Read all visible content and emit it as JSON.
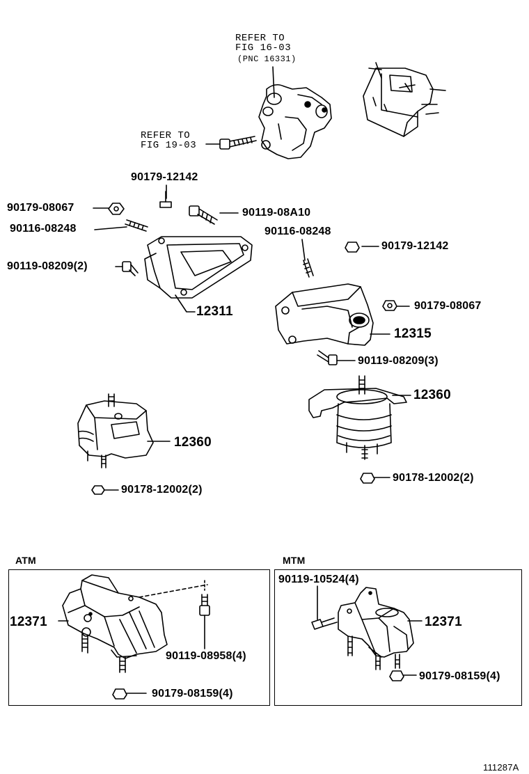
{
  "references": {
    "fig_16_03": [
      "REFER TO",
      "FIG 16-03",
      "(PNC 16331)"
    ],
    "fig_19_03": [
      "REFER TO",
      "FIG 19-03"
    ]
  },
  "labels": {
    "p90179_12142_a": "90179-12142",
    "p90179_08067_a": "90179-08067",
    "p90119_08A10": "90119-08A10",
    "p90116_08248_a": "90116-08248",
    "p90116_08248_b": "90116-08248",
    "p90179_12142_b": "90179-12142",
    "p90119_08209_2": "90119-08209(2)",
    "p12311": "12311",
    "p90179_08067_b": "90179-08067",
    "p12315": "12315",
    "p90119_08209_3": "90119-08209(3)",
    "p12360_right": "12360",
    "p12360_left": "12360",
    "p90178_12002_left": "90178-12002(2)",
    "p90178_12002_right": "90178-12002(2)"
  },
  "sections": {
    "atm": {
      "title": "ATM",
      "part": "12371",
      "bolt": "90119-08958(4)",
      "nut": "90179-08159(4)"
    },
    "mtm": {
      "title": "MTM",
      "bolt": "90119-10524(4)",
      "part": "12371",
      "nut": "90179-08159(4)"
    }
  },
  "figure_number": "111287A"
}
